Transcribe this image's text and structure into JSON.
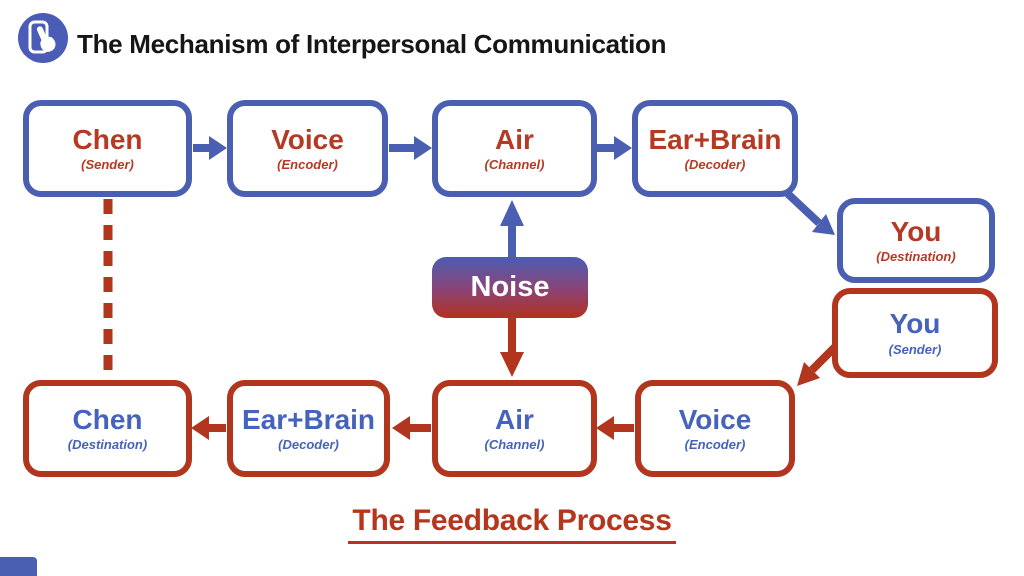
{
  "header": {
    "title": "The Mechanism of Interpersonal Communication",
    "logo_icon": "tap-hand-icon"
  },
  "colors": {
    "blue": "#4a5fb2",
    "red": "#b2351e",
    "text_blue": "#4563bb",
    "text_red": "#b43a24",
    "title_black": "#161616",
    "noise_gradient_top": "#4b5db2",
    "noise_gradient_bottom": "#b23120",
    "noise_text": "#ffffff"
  },
  "diagram": {
    "forward_path": [
      {
        "title": "Chen",
        "subtitle": "(Sender)"
      },
      {
        "title": "Voice",
        "subtitle": "(Encoder)"
      },
      {
        "title": "Air",
        "subtitle": "(Channel)"
      },
      {
        "title": "Ear+Brain",
        "subtitle": "(Decoder)"
      },
      {
        "title": "You",
        "subtitle": "(Destination)"
      }
    ],
    "feedback_path": [
      {
        "title": "You",
        "subtitle": "(Sender)"
      },
      {
        "title": "Voice",
        "subtitle": "(Encoder)"
      },
      {
        "title": "Air",
        "subtitle": "(Channel)"
      },
      {
        "title": "Ear+Brain",
        "subtitle": "(Decoder)"
      },
      {
        "title": "Chen",
        "subtitle": "(Destination)"
      }
    ],
    "noise_label": "Noise"
  },
  "footer": {
    "caption": "The Feedback Process"
  }
}
